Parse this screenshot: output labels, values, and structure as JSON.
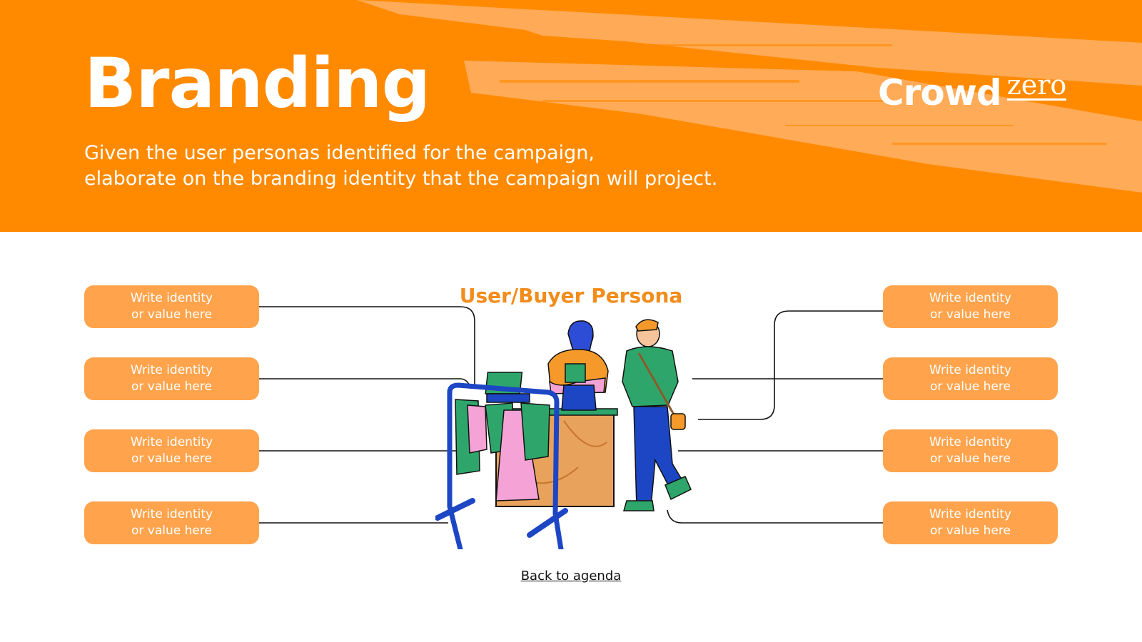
{
  "header": {
    "title": "Branding",
    "subtitle_lines": [
      "Given the user personas identified for the campaign,",
      "elaborate on the branding identity that the campaign will project."
    ],
    "background_color": "#FF8A00",
    "brush_color": "#FFB066"
  },
  "logo": {
    "crowd": "Crowd",
    "zero": "zero"
  },
  "persona": {
    "title": "User/Buyer Persona",
    "title_color": "#F28C1A"
  },
  "left_boxes": [
    {
      "line1": "Write identity",
      "line2": "or value here"
    },
    {
      "line1": "Write identity",
      "line2": "or value here"
    },
    {
      "line1": "Write identity",
      "line2": "or value here"
    },
    {
      "line1": "Write identity",
      "line2": "or value here"
    }
  ],
  "right_boxes": [
    {
      "line1": "Write identity",
      "line2": "or value here"
    },
    {
      "line1": "Write identity",
      "line2": "or value here"
    },
    {
      "line1": "Write identity",
      "line2": "or value here"
    },
    {
      "line1": "Write identity",
      "line2": "or value here"
    }
  ],
  "box_color": "#FFA44D",
  "back_link": "Back to agenda"
}
